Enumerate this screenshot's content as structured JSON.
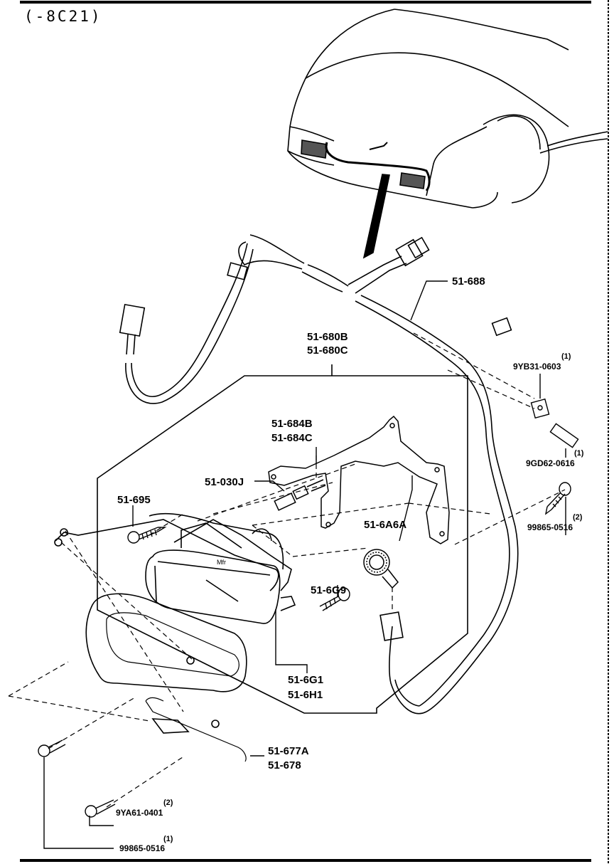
{
  "header": {
    "code": "(-8C21)"
  },
  "callouts": {
    "harness": "51-688",
    "unit_main": "51-680B",
    "unit_alt": "51-680C",
    "bracket_main": "51-684B",
    "bracket_alt": "51-684C",
    "bulb": "51-030J",
    "screw_left": "51-695",
    "socket": "51-6A6A",
    "adjuster": "51-6G9",
    "lens_main": "51-6G1",
    "lens_alt": "51-6H1",
    "cover_main": "51-677A",
    "cover_alt": "51-678",
    "nut": {
      "part": "9YB31-0603",
      "qty": "(1)"
    },
    "bolt": {
      "part": "9GD62-0616",
      "qty": "(1)"
    },
    "screw_right": {
      "part": "99865-0516",
      "qty": "(2)"
    },
    "cover_screw": {
      "part": "9YA61-0401",
      "qty": "(2)"
    },
    "bottom_screw": {
      "part": "99865-0516",
      "qty": "(1)"
    }
  }
}
